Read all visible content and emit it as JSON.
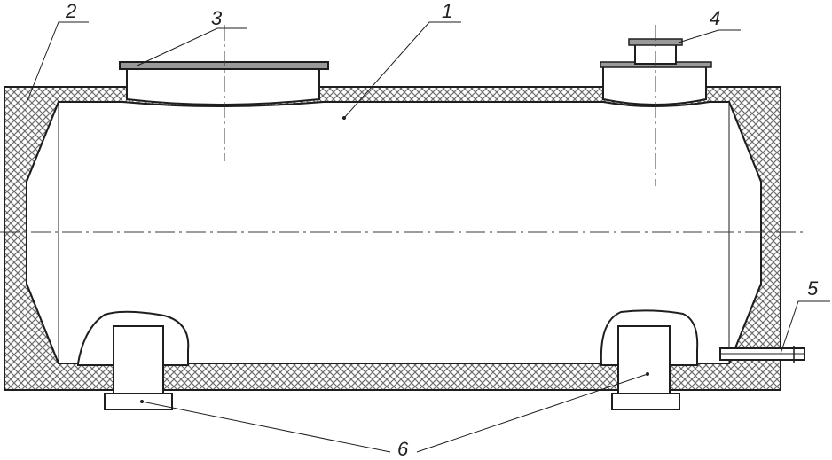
{
  "callouts": [
    {
      "id": "c1",
      "label": "1"
    },
    {
      "id": "c2",
      "label": "2"
    },
    {
      "id": "c3",
      "label": "3"
    },
    {
      "id": "c4",
      "label": "4"
    },
    {
      "id": "c5",
      "label": "5"
    },
    {
      "id": "c6",
      "label": "6"
    }
  ],
  "colors": {
    "line": "#1e1e1e",
    "insulation": "#7a7a7a",
    "background": "#ffffff"
  }
}
